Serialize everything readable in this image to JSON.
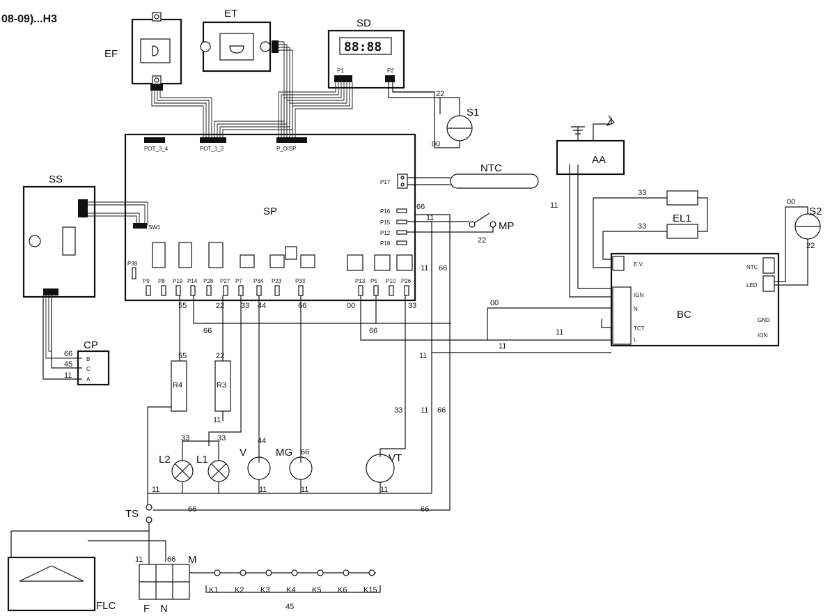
{
  "title": "08-09)...H3",
  "components": {
    "ef": "EF",
    "et": "ET",
    "sd": "SD",
    "display": "88:88",
    "sp": "SP",
    "ss": "SS",
    "cp": "CP",
    "s1": "S1",
    "s2": "S2",
    "ntc": "NTC",
    "mp": "MP",
    "aa": "AA",
    "el1": "EL1",
    "bc": "BC",
    "r4": "R4",
    "r3": "R3",
    "l2": "L2",
    "l1": "L1",
    "v": "V",
    "mg": "MG",
    "vt": "VT",
    "ts": "TS",
    "flc": "FLC",
    "m": "M",
    "terminal_f": "F",
    "terminal_n": "N"
  },
  "connectors": {
    "pot_3_4": "POT_3_4",
    "pot_1_2": "POT_1_2",
    "p_disp": "P_DISP",
    "sw1": "SW1",
    "p1": "P1",
    "p2": "P2",
    "p17": "P17",
    "p16": "P16",
    "p15": "P15",
    "p12": "P12",
    "p18": "P18",
    "p38": "P38"
  },
  "sp_bottom_pins": [
    "P9",
    "P8",
    "P19",
    "P14",
    "P28",
    "P27",
    "P7",
    "P34",
    "P23",
    "P33",
    "P13",
    "P5",
    "P10",
    "P26"
  ],
  "cp_pins": {
    "b": "B",
    "c": "C",
    "a": "A"
  },
  "bc_labels": {
    "ev": "E.V.",
    "ign": "IGN",
    "n": "N",
    "tct": "TCT",
    "l": "L",
    "ntc": "NTC",
    "led": "LED",
    "gnd": "GND",
    "ion": "ION"
  },
  "wire_numbers": {
    "w00": "00",
    "w11": "11",
    "w22": "22",
    "w33": "33",
    "w44": "44",
    "w45": "45",
    "w55": "55",
    "w66": "66"
  },
  "k_terminals": [
    "K1",
    "K2",
    "K3",
    "K4",
    "K5",
    "K6",
    "K15"
  ],
  "k_group_label": "45"
}
